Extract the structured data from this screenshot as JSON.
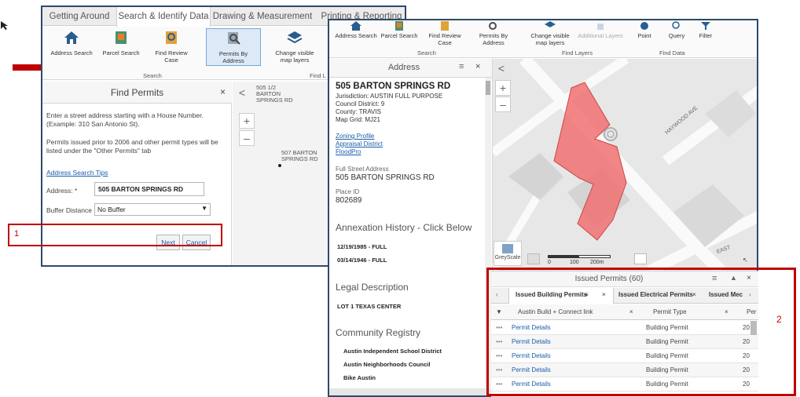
{
  "left": {
    "tabs": [
      "Getting Around",
      "Search & Identify Data",
      "Drawing & Measurement",
      "Printing & Reporting"
    ],
    "toolbar": {
      "address_search": "Address Search",
      "parcel_search": "Parcel Search",
      "find_review_case": "Find Review Case",
      "permits_by_address_1": "Permits By",
      "permits_by_address_2": "Address",
      "change_visible_1": "Change visible",
      "change_visible_2": "map layers",
      "group_search": "Search",
      "group_find": "Find L"
    },
    "find_permits": {
      "title": "Find Permits",
      "close": "×",
      "instructions": "Enter a street address starting with a House Number. (Example: 310 San Antonio St).",
      "note": "Permits issued prior to 2006 and other permit types will be listed under the \"Other Permits\" tab",
      "tips_link": "Address Search Tips",
      "address_label": "Address: *",
      "address_value": "505 BARTON SPRINGS RD",
      "buffer_label": "Buffer Distance",
      "buffer_value": "No Buffer",
      "next": "Next",
      "cancel": "Cancel"
    },
    "map": {
      "label_top_1": "505 1/2",
      "label_top_2": "BARTON",
      "label_top_3": "SPRINGS RD",
      "label_mid_1": "507 BARTON",
      "label_mid_2": "SPRINGS RD",
      "back": "<",
      "zoom_in": "+",
      "zoom_out": "–"
    }
  },
  "right": {
    "toolbar": {
      "address_search": "Address Search",
      "parcel_search": "Parcel Search",
      "find_review_case": "Find Review Case",
      "permits_by_1": "Permits By",
      "permits_by_2": "Address",
      "change_visible_1": "Change visible",
      "change_visible_2": "map layers",
      "additional_layers": "Additional Layers",
      "point": "Point",
      "query": "Query",
      "filter": "Filter",
      "group_search": "Search",
      "group_find_layers": "Find Layers",
      "group_find_data": "Find Data"
    },
    "address_panel": {
      "title": "Address",
      "close": "×",
      "heading": "505 BARTON SPRINGS RD",
      "jurisdiction": "Jurisdiction:   AUSTIN FULL PURPOSE",
      "council": "Council District:   9",
      "county": "County:           TRAVIS",
      "mapgrid": "Map Grid:          MJ21",
      "links": [
        "Zoning Profile",
        "Appraisal District",
        "FloodPro"
      ],
      "full_street_label": "Full Street Address",
      "full_street_value": "505 BARTON SPRINGS RD",
      "place_id_label": "Place ID",
      "place_id_value": "802689",
      "annexation_title": "Annexation History - Click Below",
      "annexation": [
        "12/19/1985 - FULL",
        "03/14/1946 - FULL"
      ],
      "legal_title": "Legal Description",
      "legal_value": "LOT 1 TEXAS CENTER",
      "community_title": "Community Registry",
      "community": [
        "Austin Independent School District",
        "Austin Neighborhoods Council",
        "Bike Austin"
      ]
    },
    "map": {
      "street_label": "HAYWOOD AVE",
      "street_label_2": "EAST",
      "greyscale": "GreyScale",
      "scale_0": "0",
      "scale_100": "100",
      "scale_200": "200m",
      "back": "<",
      "zoom_in": "+",
      "zoom_out": "–"
    }
  },
  "permits": {
    "title": "Issued Permits (60)",
    "tabs": [
      "Issued Building Permits",
      "Issued Electrical Permits",
      "Issued Mec"
    ],
    "col_link": "Austin Build + Connect link",
    "col_type": "Permit Type",
    "col_year": "Per",
    "rows": [
      {
        "link": "Permit Details",
        "type": "Building Permit",
        "yr": "20"
      },
      {
        "link": "Permit Details",
        "type": "Building Permit",
        "yr": "20"
      },
      {
        "link": "Permit Details",
        "type": "Building Permit",
        "yr": "20"
      },
      {
        "link": "Permit Details",
        "type": "Building Permit",
        "yr": "20"
      },
      {
        "link": "Permit Details",
        "type": "Building Permit",
        "yr": "20"
      }
    ]
  },
  "annotations": {
    "one": "1",
    "two": "2"
  },
  "colors": {
    "accent_red": "#c00000",
    "parcel_fill": "#f07070",
    "link_blue": "#1a5dab",
    "window_border": "#2d4a6a"
  }
}
